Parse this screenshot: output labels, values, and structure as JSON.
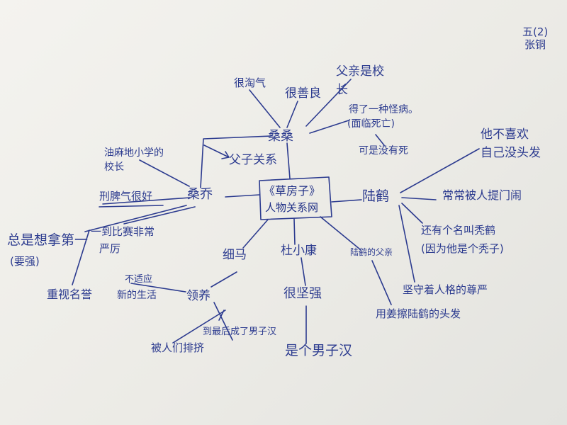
{
  "corner_note": {
    "line1": "五(2)",
    "line2": "张铜"
  },
  "center": {
    "line1": "《草房子》",
    "line2": "人物关系网"
  },
  "sangsang": {
    "name": "桑桑",
    "traits": [
      "很淘气",
      "很善良"
    ],
    "father": "父亲是校长",
    "illness": {
      "line1": "得了一种怪病。",
      "line2": "(面临死亡)"
    },
    "unused": "可是没有死",
    "relation": "父子关系"
  },
  "sangqiao": {
    "name": "桑乔",
    "role": "油麻地小学的校长",
    "temper": "刑脾气很好",
    "ambition": "总是想拿第一",
    "strong": "(要强)",
    "honor": "重视名誉",
    "strict": {
      "line1": "一到比赛非常",
      "line2": "严厉"
    }
  },
  "lu_he": {
    "name": "陆鹤",
    "hair": {
      "line1": "他不喜欢",
      "line2": "自己没头发"
    },
    "teased": "常常被人提门闹",
    "nickname": {
      "line1": "还有个名叫秃鹤",
      "line2": "(因为他是个秃子)"
    },
    "dignity": "坚守着人格的尊严",
    "father_label": "陆鹤的父亲",
    "cure": "用姜擦陆鹤的头发"
  },
  "xima": {
    "name": "细马",
    "adopted": "领养",
    "unused": "不适应",
    "new_life": "新的生活",
    "excluded": "被人们排挤",
    "grown": "到最后成了男子汉"
  },
  "du_xiaokang": {
    "name": "杜小康",
    "strong": "很坚强",
    "man": "是个男子汉"
  },
  "colors": {
    "ink": "#2c3b8f",
    "paper": "#f1f0ec"
  }
}
